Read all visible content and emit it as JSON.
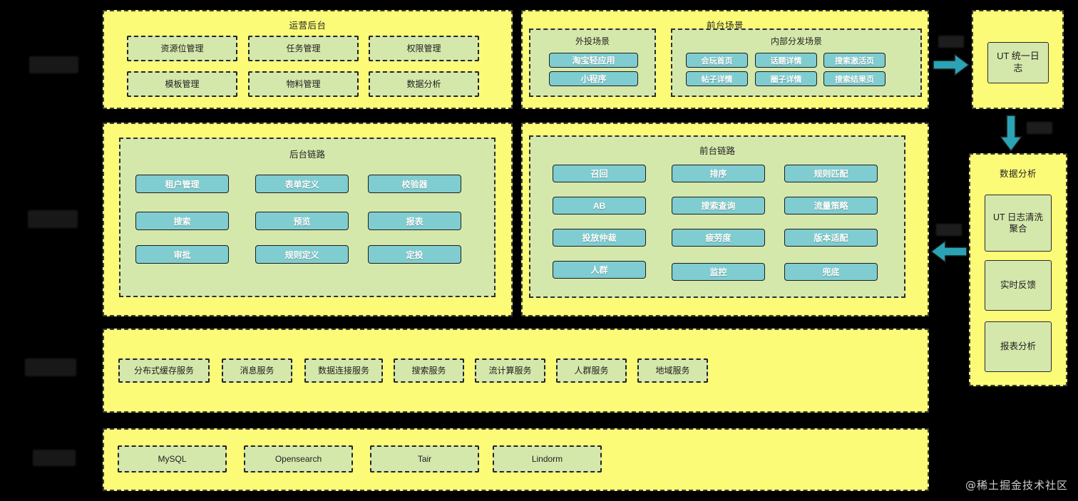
{
  "diagram": {
    "watermark": "@稀土掘金技术社区",
    "colors": {
      "band_fill": "#fbfb77",
      "group_fill": "#d5e8ab",
      "card_green": "#d5e8ab",
      "card_teal": "#7fcdd0",
      "stroke": "#232323",
      "arrow": "#2aa3b5",
      "page_bg": "#000000"
    },
    "layers": [
      {
        "label": ""
      },
      {
        "label": ""
      },
      {
        "label": ""
      },
      {
        "label": ""
      }
    ],
    "operation_console": {
      "title": "运营后台",
      "items": [
        "资源位管理",
        "任务管理",
        "权限管理",
        "模板管理",
        "物料管理",
        "数据分析"
      ]
    },
    "frontend_scene": {
      "title": "前台场景",
      "external": {
        "title": "外投场景",
        "items": [
          "淘宝轻应用",
          "小程序"
        ]
      },
      "internal": {
        "title": "内部分发场景",
        "items": [
          "会玩首页",
          "话题详情",
          "搜索激活页",
          "帖子详情",
          "圈子详情",
          "搜索结果页"
        ]
      }
    },
    "backend_chain": {
      "title": "后台链路",
      "items": [
        "租户管理",
        "表单定义",
        "校验器",
        "搜索",
        "预览",
        "报表",
        "审批",
        "规则定义",
        "定投"
      ]
    },
    "frontend_chain": {
      "title": "前台链路",
      "items": [
        "召回",
        "排序",
        "规则匹配",
        "AB",
        "搜索查询",
        "流量策略",
        "投放仲裁",
        "疲劳度",
        "版本适配",
        "人群",
        "监控",
        "兜底"
      ]
    },
    "service_layer": {
      "items": [
        "分布式缓存服务",
        "消息服务",
        "数据连接服务",
        "搜索服务",
        "流计算服务",
        "人群服务",
        "地域服务"
      ]
    },
    "storage_layer": {
      "items": [
        "MySQL",
        "Opensearch",
        "Tair",
        "Lindorm"
      ]
    },
    "log_box": {
      "item": "UT 统一日志"
    },
    "analysis_box": {
      "title": "数据分析",
      "items": [
        "UT 日志清洗聚合",
        "实时反馈",
        "报表分析"
      ]
    },
    "arrows": [
      {
        "name": "arrow-to-log",
        "direction": "right",
        "label": ""
      },
      {
        "name": "arrow-log-to-analysis",
        "direction": "down",
        "label": ""
      },
      {
        "name": "arrow-analysis-to-chain",
        "direction": "left",
        "label": ""
      }
    ]
  }
}
